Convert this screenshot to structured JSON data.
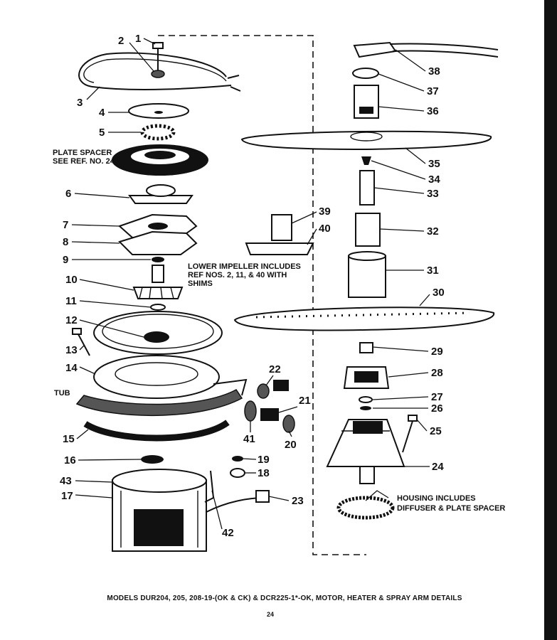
{
  "caption": "MODELS DUR204, 205, 208-19-(OK & CK) & DCR225-1*-OK, MOTOR, HEATER & SPRAY ARM DETAILS",
  "page_number": "24",
  "notes": {
    "plate_spacer_1": "PLATE SPACER",
    "plate_spacer_2": "SEE REF. NO. 24",
    "impeller_1": "LOWER IMPELLER INCLUDES",
    "impeller_2": "REF NOS. 2, 11, & 40 WITH",
    "impeller_3": "SHIMS",
    "tub": "TUB",
    "housing_1": "HOUSING INCLUDES",
    "housing_2": "DIFFUSER & PLATE SPACER"
  },
  "callouts": {
    "p1": "1",
    "p2": "2",
    "p3": "3",
    "p4": "4",
    "p5": "5",
    "p6": "6",
    "p7": "7",
    "p8": "8",
    "p9": "9",
    "p10": "10",
    "p11": "11",
    "p12": "12",
    "p13": "13",
    "p14": "14",
    "p15": "15",
    "p16": "16",
    "p17": "17",
    "p18": "18",
    "p19": "19",
    "p20": "20",
    "p21": "21",
    "p22": "22",
    "p23": "23",
    "p24": "24",
    "p25": "25",
    "p26": "26",
    "p27": "27",
    "p28": "28",
    "p29": "29",
    "p30": "30",
    "p31": "31",
    "p32": "32",
    "p33": "33",
    "p34": "34",
    "p35": "35",
    "p36": "36",
    "p37": "37",
    "p38": "38",
    "p39": "39",
    "p40": "40",
    "p41": "41",
    "p42": "42",
    "p43": "43"
  }
}
